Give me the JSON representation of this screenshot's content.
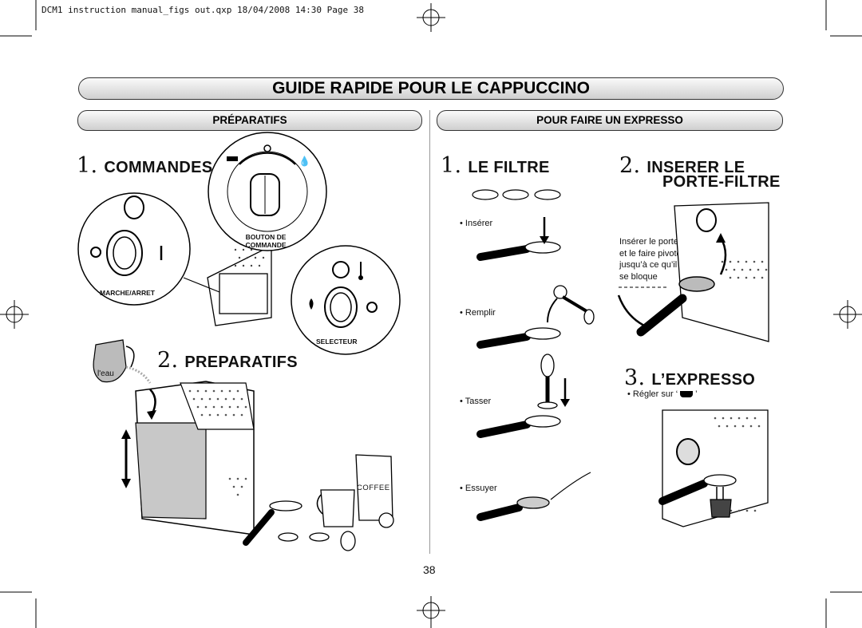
{
  "header": {
    "file_line": "DCM1 instruction manual_figs out.qxp  18/04/2008  14:30  Page 38"
  },
  "title": "GUIDE RAPIDE POUR LE CAPPUCCINO",
  "left": {
    "section": "PRÉPARATIFS",
    "step1": {
      "num": "1.",
      "title": "COMMANDES"
    },
    "labels": {
      "bouton": "BOUTON DE COMMANDE",
      "marche": "MARCHE/ARRET",
      "selecteur": "SELECTEUR",
      "eau": "l'eau",
      "coffee": "COFFEE"
    },
    "step2": {
      "num": "2.",
      "title": "PREPARATIFS"
    }
  },
  "right": {
    "section": "POUR FAIRE UN EXPRESSO",
    "filtre": {
      "num": "1.",
      "title": "LE FILTRE",
      "inserer": "Insérer",
      "remplir": "Remplir",
      "tasser": "Tasser",
      "essuyer": "Essuyer"
    },
    "porte": {
      "num": "2.",
      "title_line1": "INSERER LE",
      "title_line2": "PORTE-FILTRE",
      "instr1": "Insérer le porte-filtre",
      "instr2": "et le faire pivoter",
      "instr3": "jusqu’à ce qu’il",
      "instr4": "se bloque"
    },
    "expresso": {
      "num": "3.",
      "title": "L’EXPRESSO",
      "regler_pre": "• Régler sur ‘",
      "regler_post": "’"
    }
  },
  "page_number": "38"
}
